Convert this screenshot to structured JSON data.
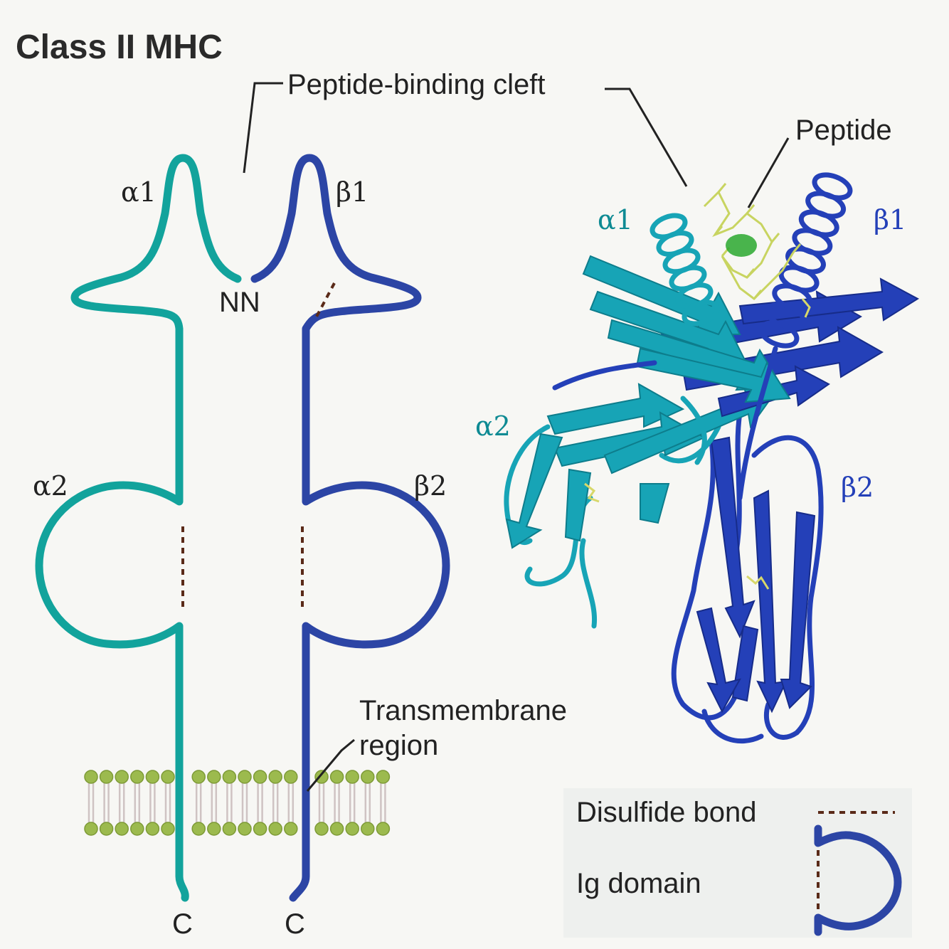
{
  "title": "Class II MHC",
  "labels": {
    "cleft": "Peptide-binding cleft",
    "peptide": "Peptide",
    "n_termini": "NN",
    "c_alpha": "C",
    "c_beta": "C",
    "transmembrane_line1": "Transmembrane",
    "transmembrane_line2": "region"
  },
  "schematic_domains": {
    "alpha1": "α1",
    "beta1": "β1",
    "alpha2": "α2",
    "beta2": "β2"
  },
  "structure_domains": {
    "alpha1": "α1",
    "beta1": "β1",
    "alpha2": "α2",
    "beta2": "β2"
  },
  "legend": {
    "disulfide": "Disulfide bond",
    "ig_domain": "Ig domain"
  },
  "colors": {
    "alpha_chain": "#12a39c",
    "beta_chain": "#2c45a5",
    "membrane_head": "#9cba4e",
    "disulfide": "#5a2a18",
    "peptide": "#c8d460"
  }
}
